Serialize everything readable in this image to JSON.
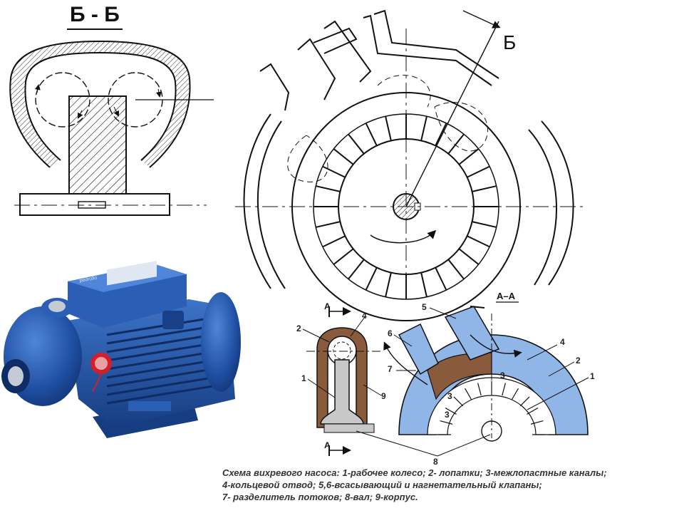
{
  "section_title_bb": "Б - Б",
  "cut_letter_b": "Б",
  "section_title_aa": "А–А",
  "cut_letter_a_top": "А",
  "cut_letter_a_bottom": "А",
  "labels_left": {
    "n2": "2",
    "n4": "4",
    "n1": "1",
    "n9": "9"
  },
  "labels_right": {
    "n5": "5",
    "n6": "6",
    "n7": "7",
    "n4": "4",
    "n2": "2",
    "n1": "1",
    "n3a": "3",
    "n3b": "3",
    "n3c": "3"
  },
  "label_8": "8",
  "pump_brand_text": "pedrollo",
  "caption": {
    "line1": "Схема вихревого насоса: 1-рабочее колесо; 2-  лопатки; 3-межлопастные каналы;",
    "line2": "4-кольцевой отвод; 5,6-всасывающий и нагнетательный клапаны;",
    "line3": "7- разделитель потоков; 8-вал; 9-корпус."
  },
  "colors": {
    "line": "#111111",
    "channel_blue": "#8fb6e6",
    "housing_brown": "#8a5a3c",
    "shaft_gray": "#c8c8c8",
    "pump_blue": "#1f4fa3"
  }
}
